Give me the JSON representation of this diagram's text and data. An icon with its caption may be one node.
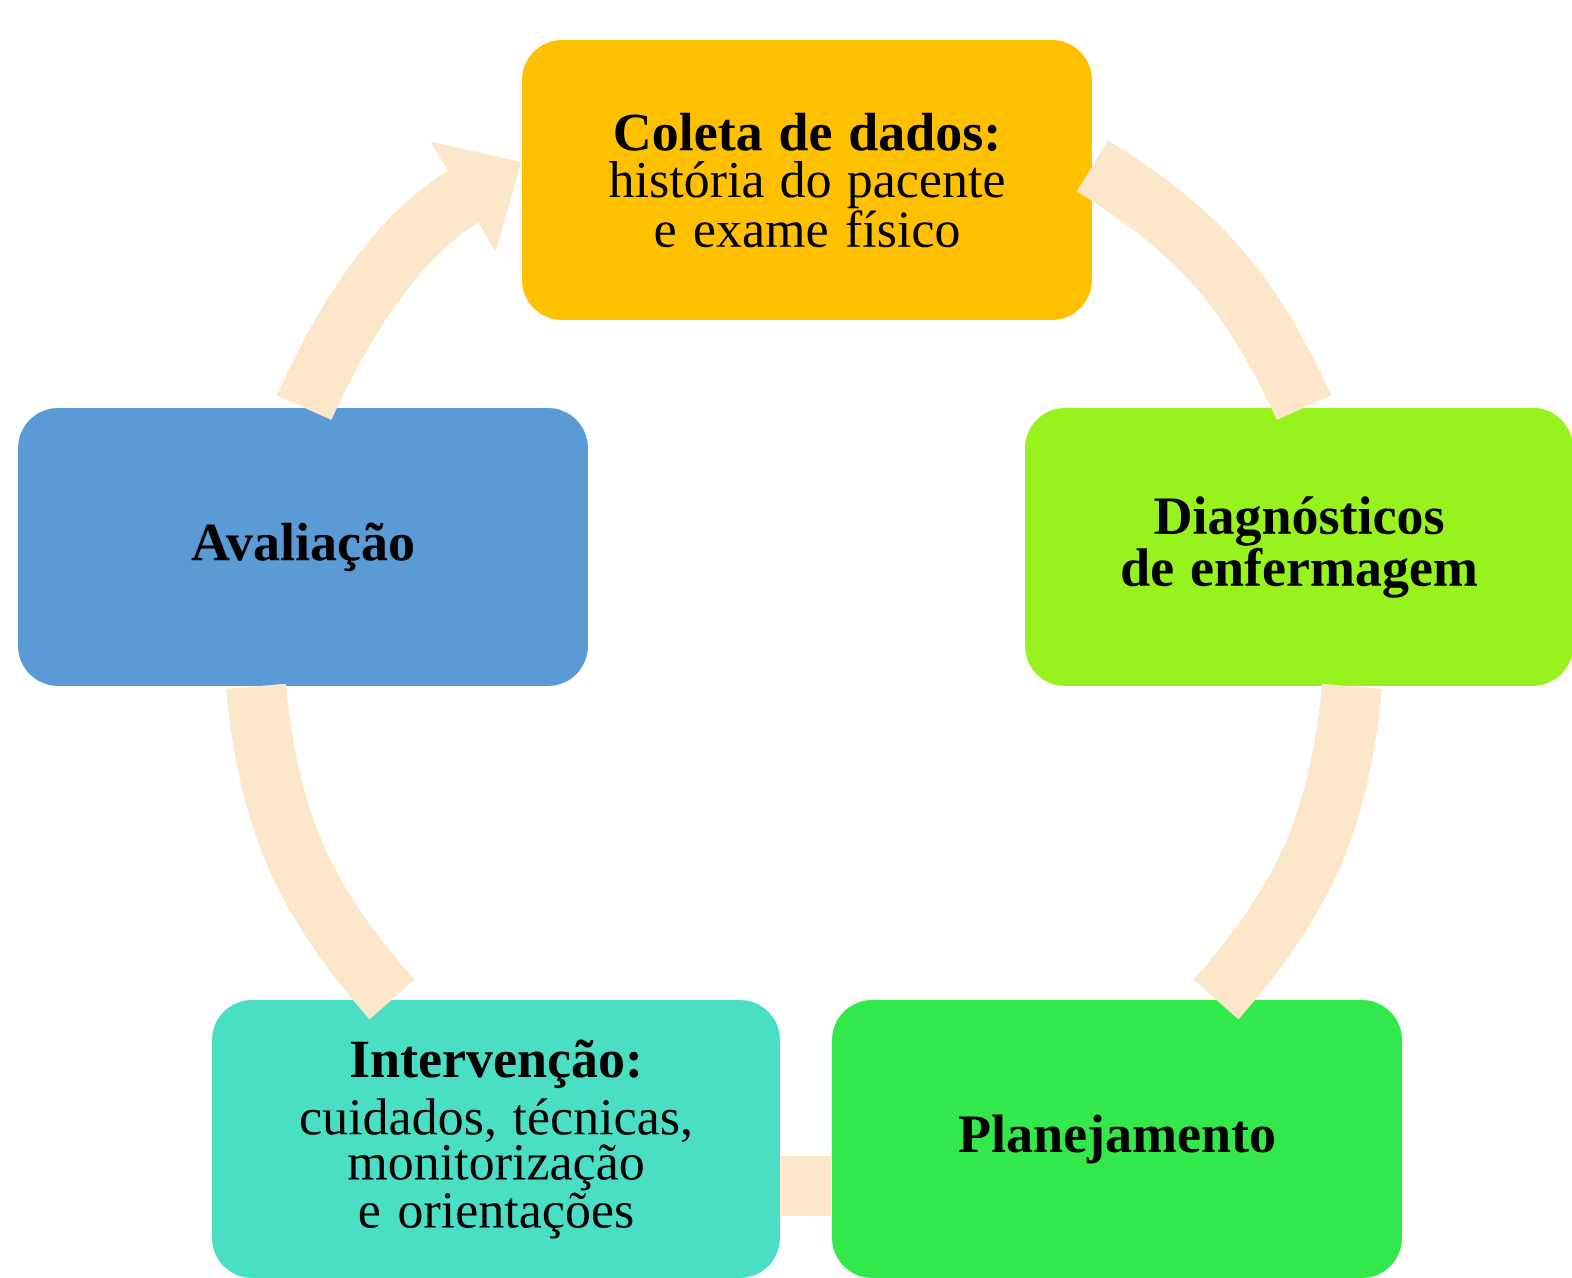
{
  "diagram": {
    "nodes": [
      {
        "text": [
          "Coleta de dados:",
          "história do pacente e exame físico"
        ]
      },
      {
        "text": [
          "Diagnósticos de enfermagem"
        ]
      },
      {
        "text": [
          "Planejamento"
        ]
      },
      {
        "text": [
          "Intervenção:",
          "cuidados, técnicas, monitorização e orientações"
        ]
      },
      {
        "text": [
          "Avaliação"
        ]
      }
    ],
    "edges": [
      {
        "from": 0,
        "to": 1,
        "arrow": "none"
      },
      {
        "from": 1,
        "to": 2,
        "arrow": "none"
      },
      {
        "from": 2,
        "to": 3,
        "arrow": "none"
      },
      {
        "from": 3,
        "to": 4,
        "arrow": "none"
      },
      {
        "from": 4,
        "to": 0,
        "arrow": "to"
      }
    ]
  }
}
